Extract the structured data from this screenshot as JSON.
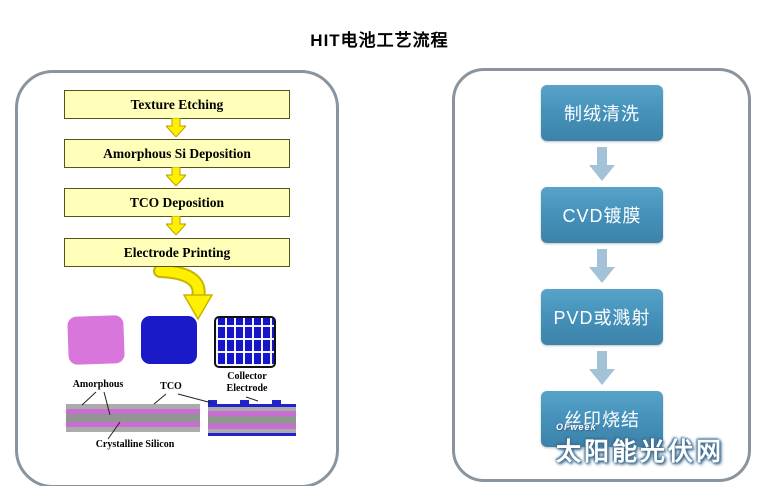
{
  "page": {
    "title": "HIT电池工艺流程"
  },
  "left_panel": {
    "steps": [
      {
        "label": "Texture Etching"
      },
      {
        "label": "Amorphous Si Deposition"
      },
      {
        "label": "TCO Deposition"
      },
      {
        "label": "Electrode Printing"
      }
    ],
    "annotations": {
      "amorphous": "Amorphous",
      "tco": "TCO",
      "collector": "Collector Electrode",
      "crystalline": "Crystalline Silicon"
    }
  },
  "right_panel": {
    "steps": [
      {
        "label": "制绒清洗"
      },
      {
        "label": "CVD镀膜"
      },
      {
        "label": "PVD或溅射"
      },
      {
        "label": "丝印烧结"
      }
    ]
  },
  "watermark": {
    "brand": "OFweek",
    "text": "太阳能光伏网"
  },
  "colors": {
    "step_box_yellow": "#FFFFB9",
    "arrow_yellow": "#FFF000",
    "right_box_blue": "#4593BC",
    "right_arrow_blue": "#A3C2D8",
    "wafer_pink": "#D976DC",
    "wafer_blue": "#1A1AC8",
    "wafer_grid_blue": "#1515CC",
    "layer_violet": "#C86ED2",
    "layer_gray": "#ABABAB",
    "panel_border_gray": "#8A949E"
  }
}
